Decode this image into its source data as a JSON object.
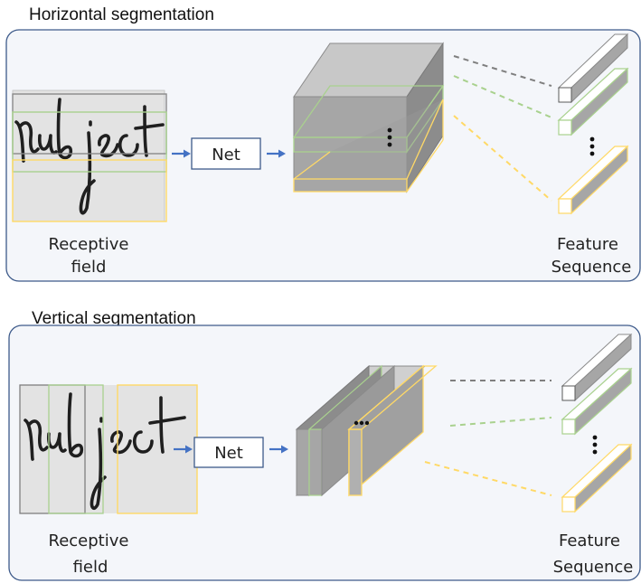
{
  "colors": {
    "panel_border": "#3d5a8a",
    "panel_fill": "#f4f6fa",
    "arrow": "#4472c4",
    "gray_line": "#7f7f7f",
    "green": "#a9d18e",
    "yellow": "#ffd966"
  },
  "top": {
    "title": "Horizontal segmentation",
    "net_label": "Net",
    "receptive_line1": "Receptive",
    "receptive_line2": "field",
    "feature_line1": "Feature",
    "feature_line2": "Sequence"
  },
  "bottom": {
    "title": "Vertical segmentation",
    "net_label": "Net",
    "receptive_line1": "Receptive",
    "receptive_line2": "field",
    "feature_line1": "Feature",
    "feature_line2": "Sequence"
  }
}
